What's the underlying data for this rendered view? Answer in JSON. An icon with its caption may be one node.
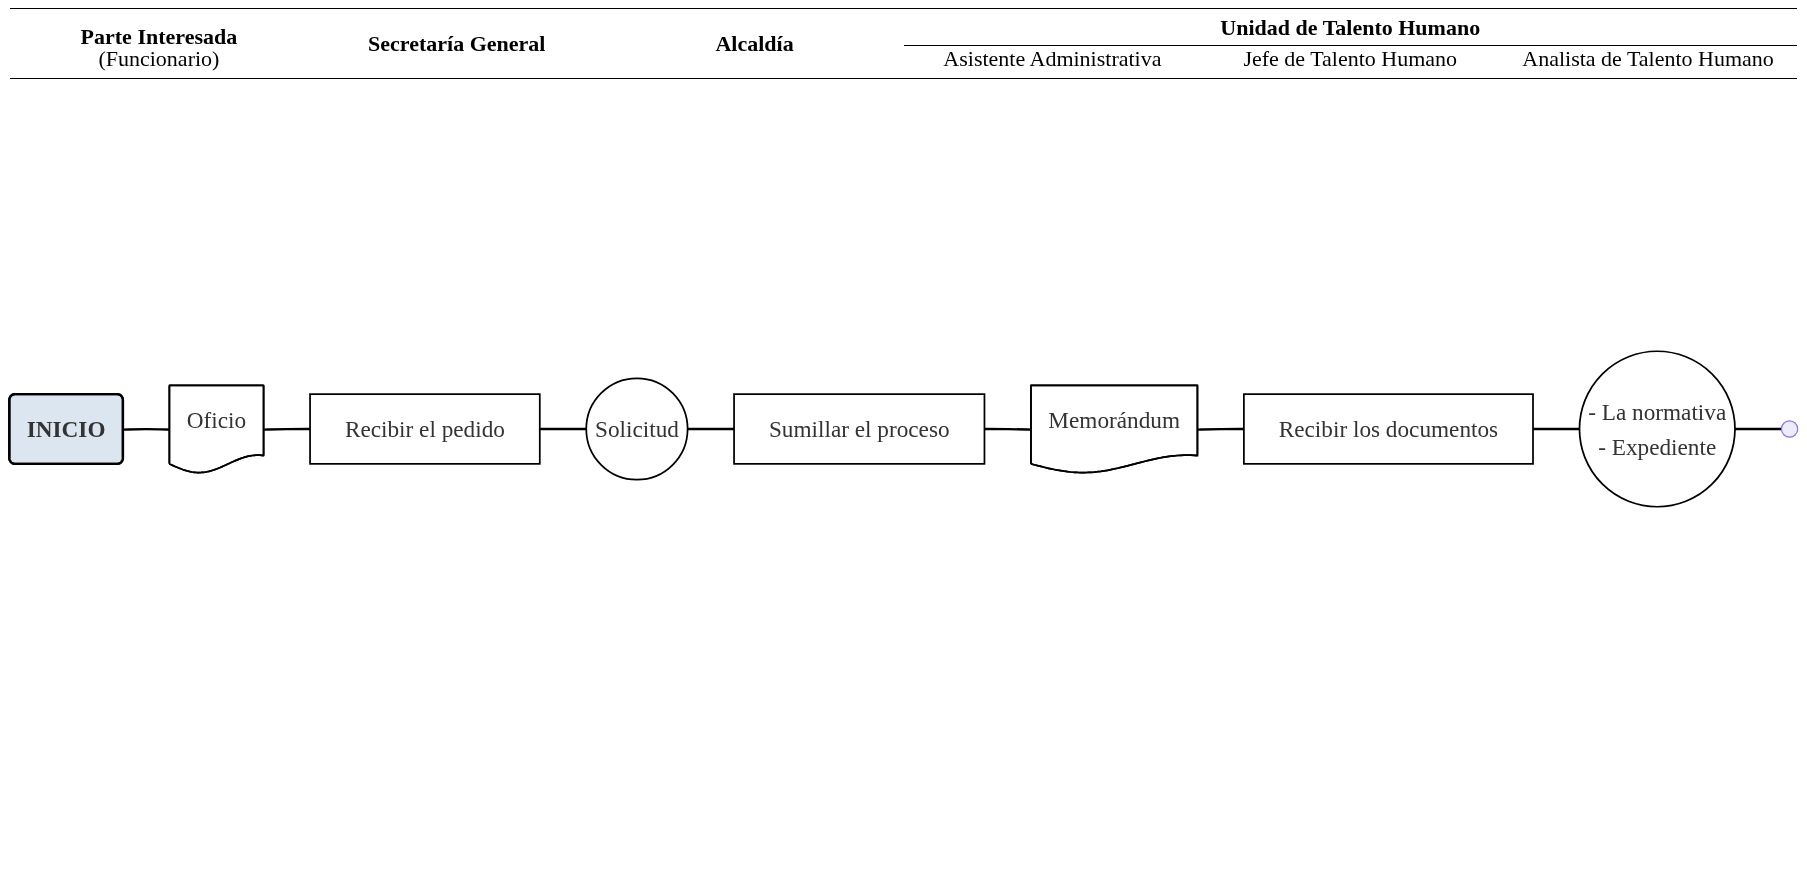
{
  "diagram": {
    "nodes": [
      {
        "text": [
          "INICIO"
        ]
      },
      {
        "text": [
          "Oficio"
        ]
      },
      {
        "text": [
          "Recibir el pedido"
        ]
      },
      {
        "text": [
          "Solicitud"
        ]
      },
      {
        "text": [
          "Sumillar el proceso"
        ]
      },
      {
        "text": [
          "Memorándum"
        ]
      },
      {
        "text": [
          "Recibir los documentos"
        ]
      },
      {
        "text": [
          "- La normativa",
          "- Expediente"
        ]
      },
      {
        "text": [],
        "shape": "circle"
      }
    ],
    "edges": [
      {
        "from": 0,
        "to": 1,
        "arrow": "none"
      },
      {
        "from": 1,
        "to": 2,
        "arrow": "none"
      },
      {
        "from": 2,
        "to": 3,
        "arrow": "none"
      },
      {
        "from": 3,
        "to": 4,
        "arrow": "none"
      },
      {
        "from": 4,
        "to": 5,
        "arrow": "none"
      },
      {
        "from": 5,
        "to": 6,
        "arrow": "none"
      },
      {
        "from": 6,
        "to": 7,
        "arrow": "none"
      },
      {
        "from": 7,
        "to": 8,
        "arrow": "none"
      }
    ],
    "labels": [
      "Parte Interesada",
      "(Funcionario)",
      "Secretaría General",
      "Alcaldía",
      "Unidad de Talento Humano",
      "Asistente Administrativa",
      "Jefe de Talento Humano",
      "Analista de Talento Humano"
    ]
  }
}
